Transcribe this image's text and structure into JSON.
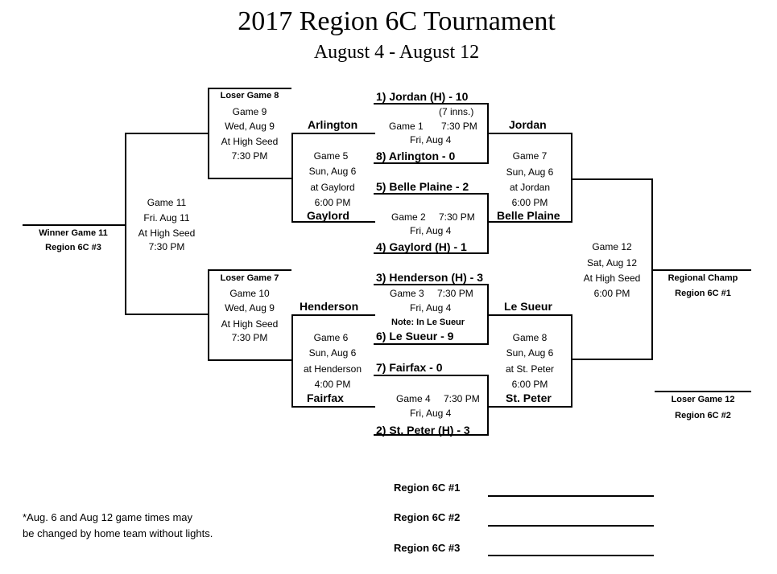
{
  "title": "2017 Region 6C Tournament",
  "subtitle": "August 4 - August 12",
  "seeds": {
    "s1": "1)  Jordan (H) - 10",
    "s1_note": "(7 inns.)",
    "s8": "8)   Arlington - 0",
    "s5": "5)  Belle Plaine - 2",
    "s4": "4)  Gaylord (H) - 1",
    "s3": "3)  Henderson (H) - 3",
    "s3_note": "Note: In Le Sueur",
    "s6": "6)    Le Sueur - 9",
    "s7": "7)   Fairfax - 0",
    "s2": "2)  St. Peter (H) - 3"
  },
  "games": {
    "g1": {
      "name": "Game 1",
      "time": "7:30 PM",
      "date": "Fri, Aug 4"
    },
    "g2": {
      "name": "Game 2",
      "time": "7:30 PM",
      "date": "Fri, Aug 4"
    },
    "g3": {
      "name": "Game 3",
      "time": "7:30 PM",
      "date": "Fri, Aug 4"
    },
    "g4": {
      "name": "Game 4",
      "time": "7:30 PM",
      "date": "Fri, Aug 4"
    },
    "g5": {
      "name": "Game 5",
      "date": "Sun, Aug 6",
      "loc": "at Gaylord",
      "time": "6:00 PM"
    },
    "g6": {
      "name": "Game 6",
      "date": "Sun, Aug 6",
      "loc": "at Henderson",
      "time": "4:00 PM"
    },
    "g7": {
      "name": "Game 7",
      "date": "Sun, Aug 6",
      "loc": "at Jordan",
      "time": "6:00 PM"
    },
    "g8": {
      "name": "Game 8",
      "date": "Sun, Aug 6",
      "loc": "at St. Peter",
      "time": "6:00 PM"
    },
    "g9": {
      "header": "Loser Game 8",
      "name": "Game 9",
      "date": "Wed, Aug 9",
      "loc": "At High Seed",
      "time": "7:30 PM"
    },
    "g10": {
      "header": "Loser Game 7",
      "name": "Game 10",
      "date": "Wed, Aug 9",
      "loc": "At High Seed",
      "time": "7:30 PM"
    },
    "g11": {
      "name": "Game 11",
      "date": "Fri.  Aug 11",
      "loc": "At High Seed",
      "time": "7:30 PM"
    },
    "g12": {
      "name": "Game 12",
      "date": "Sat, Aug 12",
      "loc": "At High Seed",
      "time": "6:00 PM"
    }
  },
  "teams": {
    "arlington": "Arlington",
    "gaylord": "Gaylord",
    "jordan": "Jordan",
    "belle_plaine": "Belle Plaine",
    "henderson": "Henderson",
    "fairfax": "Fairfax",
    "le_sueur": "Le Sueur",
    "st_peter": "St. Peter"
  },
  "outcomes": {
    "winner11": "Winner Game 11",
    "region3": "Region 6C #3",
    "champ": "Regional Champ",
    "region1": "Region 6C #1",
    "loser12": "Loser Game 12",
    "region2": "Region 6C #2"
  },
  "summary": {
    "r1": "Region 6C #1",
    "r2": "Region 6C #2",
    "r3": "Region 6C #3"
  },
  "footnote": {
    "line1": "*Aug. 6 and Aug 12 game times may",
    "line2": "be changed by home team without lights."
  }
}
